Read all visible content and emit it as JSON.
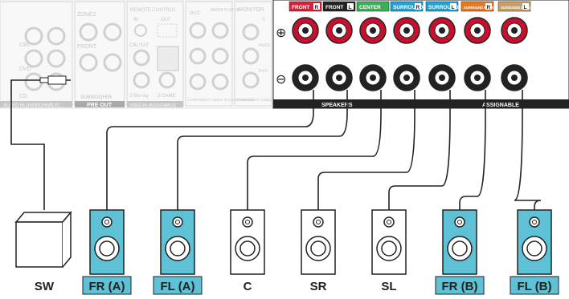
{
  "panel": {
    "zone2": "ZONE2",
    "front": "FRONT",
    "subwoofer": "SUBWOOFER",
    "pre_out": "PRE OUT",
    "remote_control": "REMOTE CONTROL",
    "r_in": "IN",
    "r_out": "OUT",
    "cbl_sat": "CBL/SAT",
    "bluray": "2 Blu-ray",
    "game": "3 GAME",
    "video_in": "VIDEO IN (ASSIGNABLE)",
    "dvd": "DVD",
    "media_player": "MEDIA PLAYER",
    "component_in": "COMPONENT VIDEO IN (ASSIGNABLE)",
    "monitor": "MONITOR",
    "y": "Y",
    "pb": "Pb/Cb",
    "pr": "Pr/Cr",
    "component_out": "COMPONENT VIDEO OUT",
    "cd": "CD",
    "cbl": "CBL",
    "dvd2": "DVD",
    "audio_in": "AUDIO IN (ASSIGNABLE)",
    "speakers": "SPEAKERS",
    "assignable": "ASSIGNABLE",
    "plus": "⊕",
    "minus": "⊖"
  },
  "terminals": [
    {
      "name": "FRONT",
      "side": "R",
      "color": "#d6233b"
    },
    {
      "name": "FRONT",
      "side": "L",
      "color": "#ffffff"
    },
    {
      "name": "CENTER",
      "side": "",
      "color": "#3bb05a"
    },
    {
      "name": "SURROUND",
      "side": "R",
      "color": "#1fa3d6"
    },
    {
      "name": "SURROUND",
      "side": "L",
      "color": "#1fa3d6"
    },
    {
      "name": "SURROUND BACK",
      "side": "R",
      "color": "#e8791f"
    },
    {
      "name": "SURROUND BACK",
      "side": "L",
      "color": "#c9a063"
    }
  ],
  "speakers": [
    {
      "label": "SW",
      "highlight": false
    },
    {
      "label": "FR (A)",
      "highlight": true
    },
    {
      "label": "FL (A)",
      "highlight": true
    },
    {
      "label": "C",
      "highlight": false
    },
    {
      "label": "SR",
      "highlight": false
    },
    {
      "label": "SL",
      "highlight": false
    },
    {
      "label": "FR (B)",
      "highlight": true
    },
    {
      "label": "FL (B)",
      "highlight": true
    }
  ],
  "colors": {
    "highlight_fill": "#5ec1d6",
    "label_box_fill": "#5ec1d6",
    "terminal_red": "#c8102e",
    "panel_line": "#bfbfbf"
  }
}
